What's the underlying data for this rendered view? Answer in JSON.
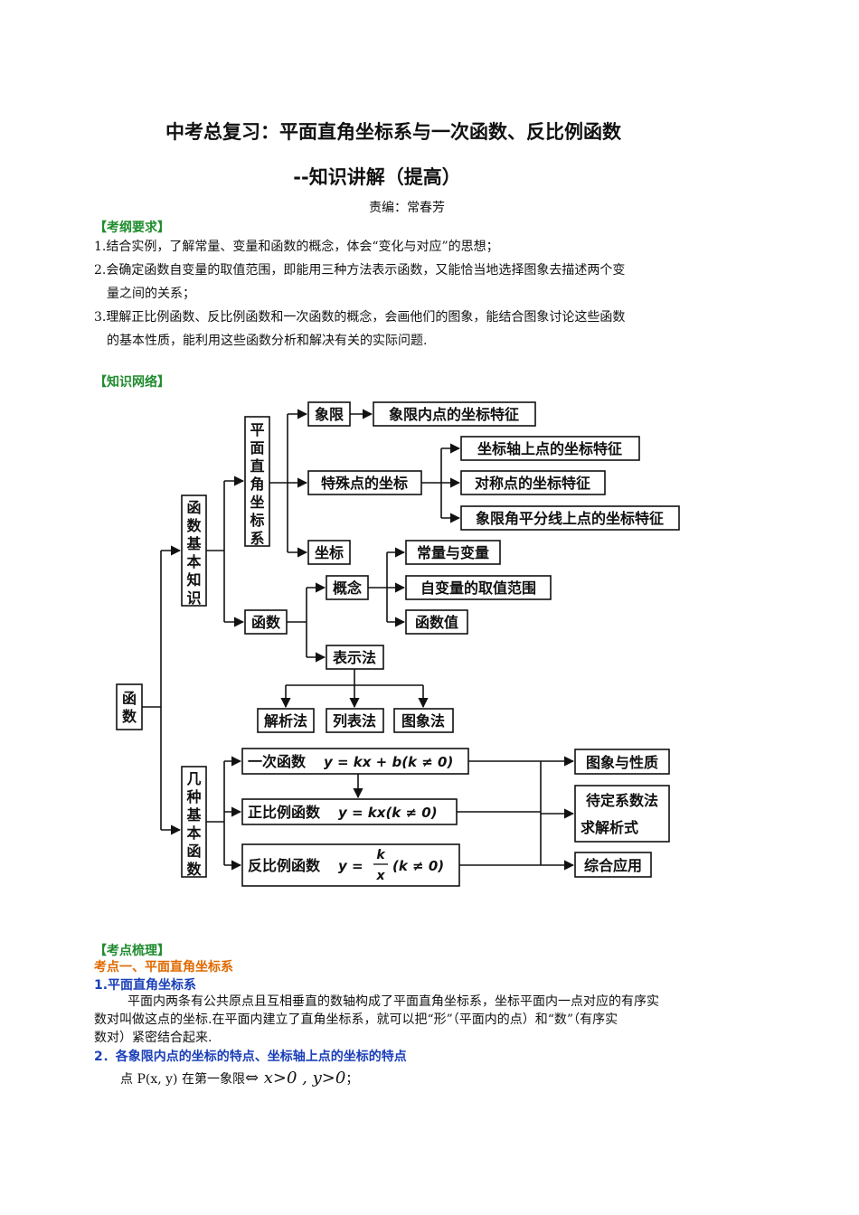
{
  "title": {
    "line1": "中考总复习：平面直角坐标系与一次函数、反比例函数",
    "line2": "--知识讲解（提高）",
    "author": "责编：常春芳"
  },
  "syllabus": {
    "heading": "【考纲要求】",
    "items": [
      {
        "num": "1.",
        "text": "结合实例，了解常量、变量和函数的概念，体会“变化与对应”的思想；"
      },
      {
        "num": "2.",
        "text": "会确定函数自变量的取值范围，即能用三种方法表示函数，又能恰当地选择图象去描述两个变",
        "cont": "量之间的关系；"
      },
      {
        "num": "3.",
        "text": "理解正比例函数、反比例函数和一次函数的概念，会画他们的图象，能结合图象讨论这些函数",
        "cont": "的基本性质，能利用这些函数分析和解决有关的实际问题."
      }
    ]
  },
  "network": {
    "heading": "【知识网络】",
    "nodes": {
      "root": "函数",
      "basic": "函数基本知识",
      "several": "几种基本函数",
      "coord": "平面直角坐标系",
      "quadrant": "象限",
      "quadrant_feat": "象限内点的坐标特征",
      "special": "特殊点的坐标",
      "axis_feat": "坐标轴上点的坐标特征",
      "sym_feat": "对称点的坐标特征",
      "bisector_feat": "象限角平分线上点的坐标特征",
      "coordinate": "坐标",
      "func": "函数",
      "concept": "概念",
      "const_var": "常量与变量",
      "domain": "自变量的取值范围",
      "value": "函数值",
      "repr": "表示法",
      "analytic": "解析法",
      "table": "列表法",
      "graph": "图象法",
      "linear_name": "一次函数",
      "linear_formula": "y = kx + b(k ≠ 0)",
      "prop_name": "正比例函数",
      "prop_formula": "y = kx(k ≠ 0)",
      "inverse_name": "反比例函数",
      "inverse_y": "y =",
      "inverse_num": "k",
      "inverse_den": "x",
      "inverse_cond": "(k ≠ 0)",
      "graph_props": "图象与性质",
      "undetermined_1": "待定系数法",
      "undetermined_2": "求解析式",
      "application": "综合应用"
    }
  },
  "review": {
    "heading": "【考点梳理】",
    "point1": "考点一、平面直角坐标系",
    "sub1": "1.平面直角坐标系",
    "para1_line1": "平面内两条有公共原点且互相垂直的数轴构成了平面直角坐标系，坐标平面内一点对应的有序实",
    "para1_line2": "数对叫做这点的坐标.在平面内建立了直角坐标系，就可以把“形”（平面内的点）和“数”（有序实",
    "para1_line3": "数对）紧密结合起来.",
    "sub2": "2．各象限内点的坐标的特点、坐标轴上点的坐标的特点",
    "point_line_prefix": "点 P(x, y) 在第一象限",
    "point_line_math": "⇔ x>0 , y>0",
    "point_line_suffix": "；"
  }
}
